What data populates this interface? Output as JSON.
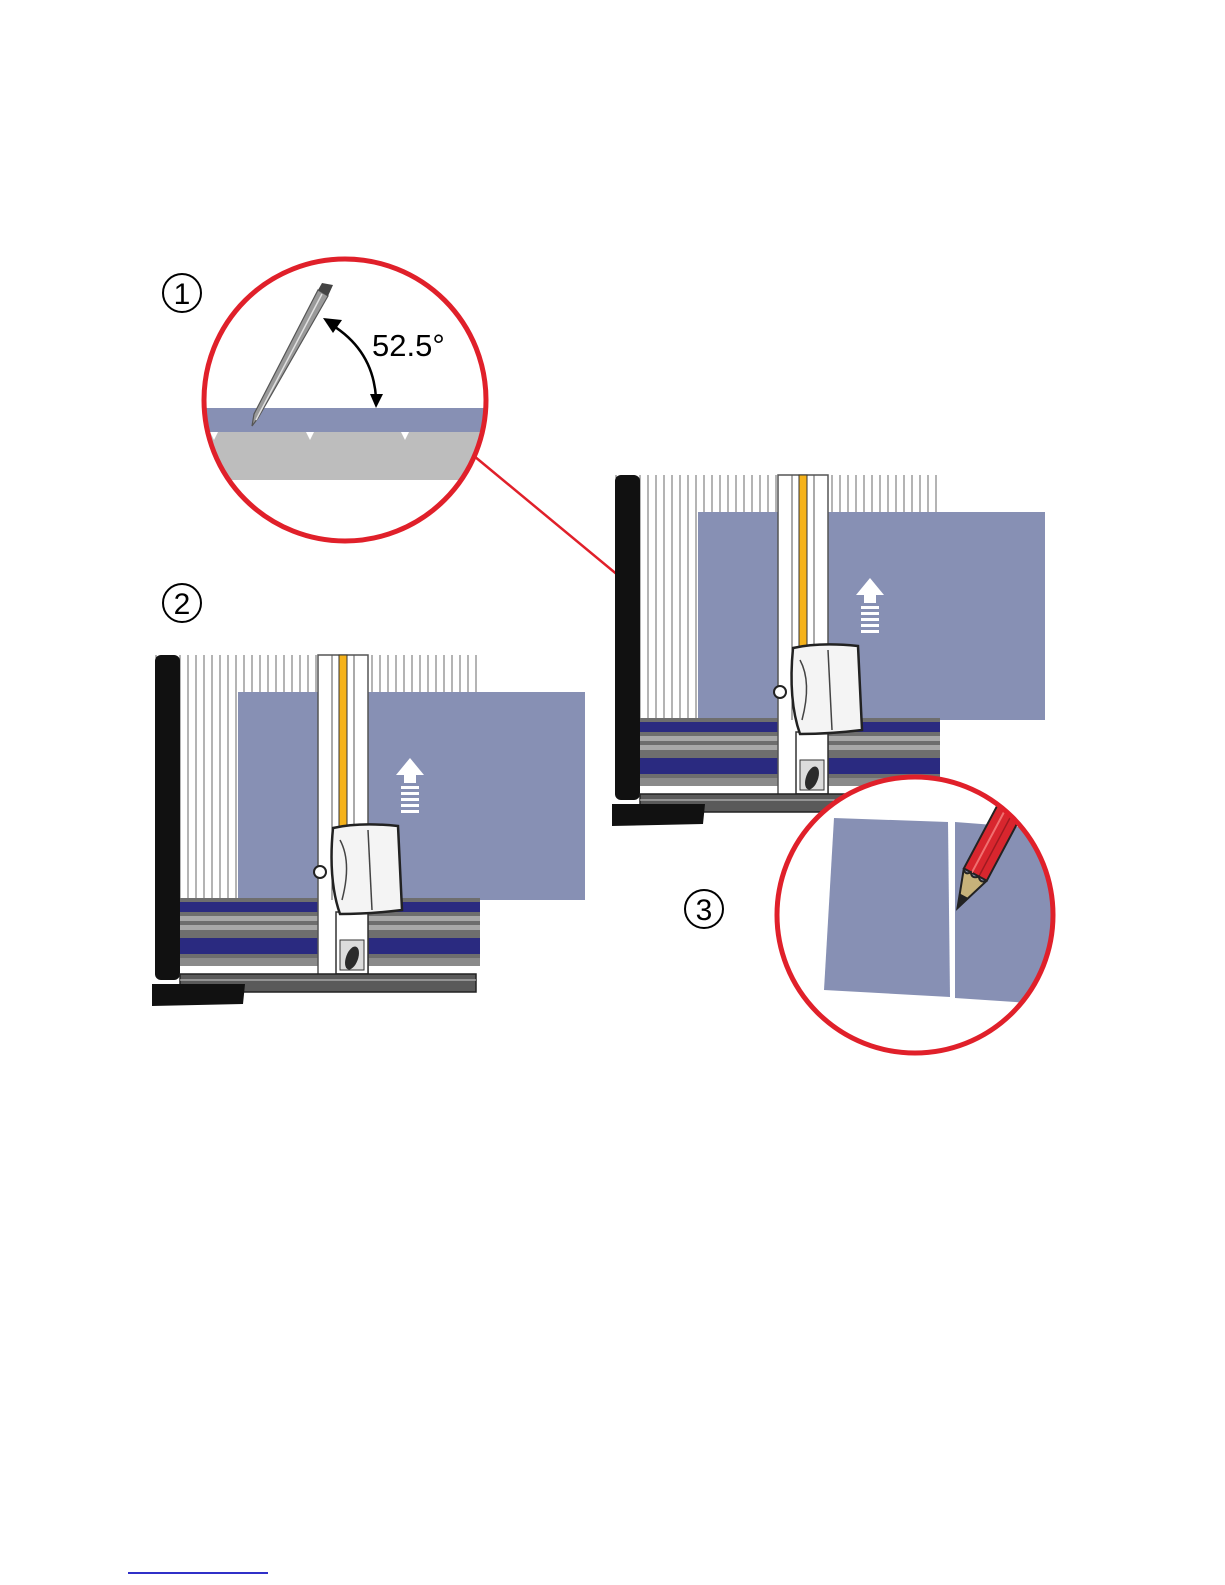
{
  "steps": [
    {
      "number": "1"
    },
    {
      "number": "2"
    },
    {
      "number": "3"
    }
  ],
  "angle": {
    "text": "52.5°"
  },
  "colors": {
    "paper": "#8790b4",
    "magnifier_ring": "#e0202a",
    "guide_line": "#e0202a",
    "cutter_stripe": "#f5b21a",
    "rail_band": "#2a2a80",
    "rail_grey": "#7a7a7a",
    "mat": "#bdbdbd",
    "pencil_red": "#d8262e"
  },
  "icons": [
    "up-arrow-icon",
    "pencil-icon",
    "blade-icon",
    "cutting-head-icon"
  ]
}
